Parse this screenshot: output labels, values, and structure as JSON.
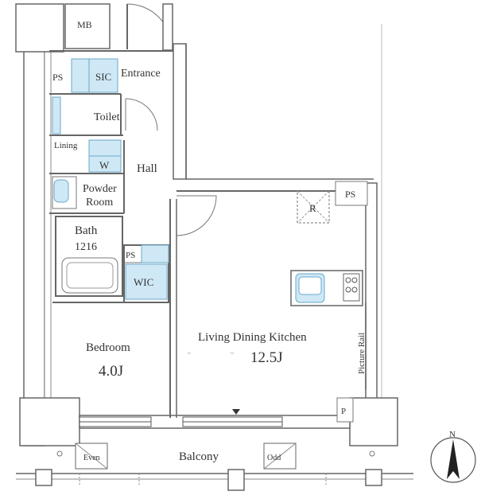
{
  "rooms": {
    "mb": "MB",
    "ps_top": "PS",
    "sic": "SIC",
    "entrance": "Entrance",
    "toilet": "Toilet",
    "lining": "Lining",
    "w": "W",
    "hall": "Hall",
    "powder_room_1": "Powder",
    "powder_room_2": "Room",
    "bath": "Bath",
    "bath_size": "1216",
    "ps_mid": "PS",
    "wic": "WIC",
    "bedroom": "Bedroom",
    "bedroom_size": "4.0J",
    "ldk": "Living Dining Kitchen",
    "ldk_size": "12.5J",
    "r": "R",
    "ps_ldk": "PS",
    "picture_rail": "Picture Rail",
    "p": "P",
    "balcony": "Balcony",
    "even": "Even",
    "odd": "Odd",
    "north": "N"
  },
  "colors": {
    "storage_fill": "#cfe8f5",
    "storage_stroke": "#6aa9c9",
    "wall": "#666666"
  }
}
